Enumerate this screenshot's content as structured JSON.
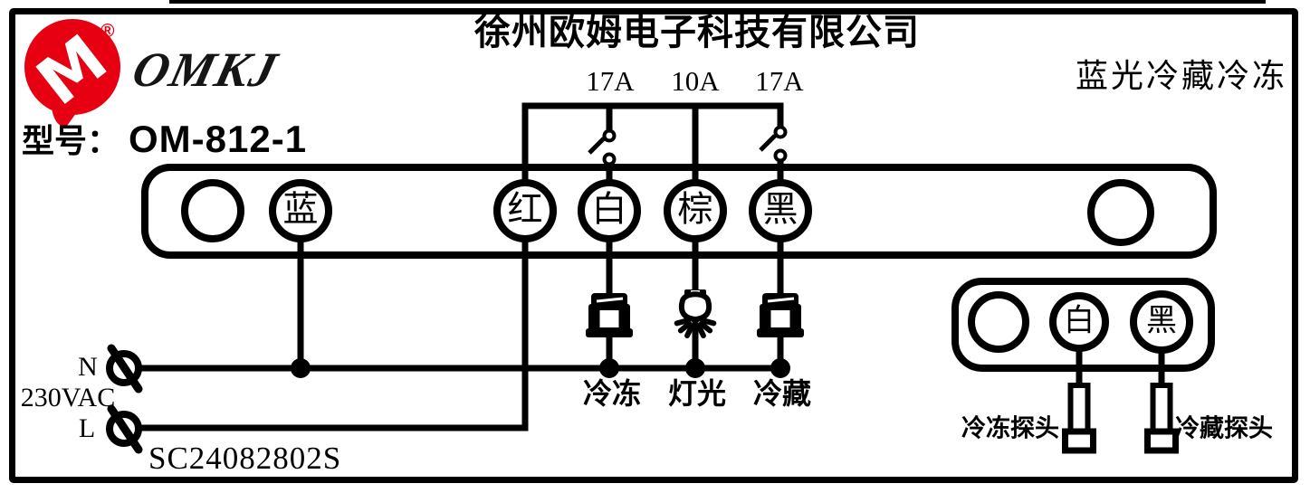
{
  "logo": {
    "name": "OMKJ",
    "monogram": "M",
    "registered": "®",
    "brand_color": "#e60012"
  },
  "header": {
    "company": "徐州欧姆电子科技有限公司",
    "product": "蓝光冷藏冷冻",
    "model_label": "型号：",
    "model_value": "OM-812-1"
  },
  "fuses": [
    {
      "label": "17A"
    },
    {
      "label": "10A"
    },
    {
      "label": "17A"
    }
  ],
  "terminal_strip": {
    "main": [
      {
        "label": ""
      },
      {
        "label": "蓝"
      },
      {
        "label": "红"
      },
      {
        "label": "白"
      },
      {
        "label": "棕"
      },
      {
        "label": "黑"
      },
      {
        "label": ""
      }
    ],
    "probe": [
      {
        "label": ""
      },
      {
        "label": "白"
      },
      {
        "label": "黑"
      }
    ]
  },
  "power": {
    "neutral": "N",
    "voltage": "230VAC",
    "live": "L"
  },
  "loads": [
    {
      "label": "冷冻"
    },
    {
      "label": "灯光"
    },
    {
      "label": "冷藏"
    }
  ],
  "probes": {
    "freezer": "冷冻探头",
    "fridge": "冷藏探头"
  },
  "serial": "SC24082802S"
}
